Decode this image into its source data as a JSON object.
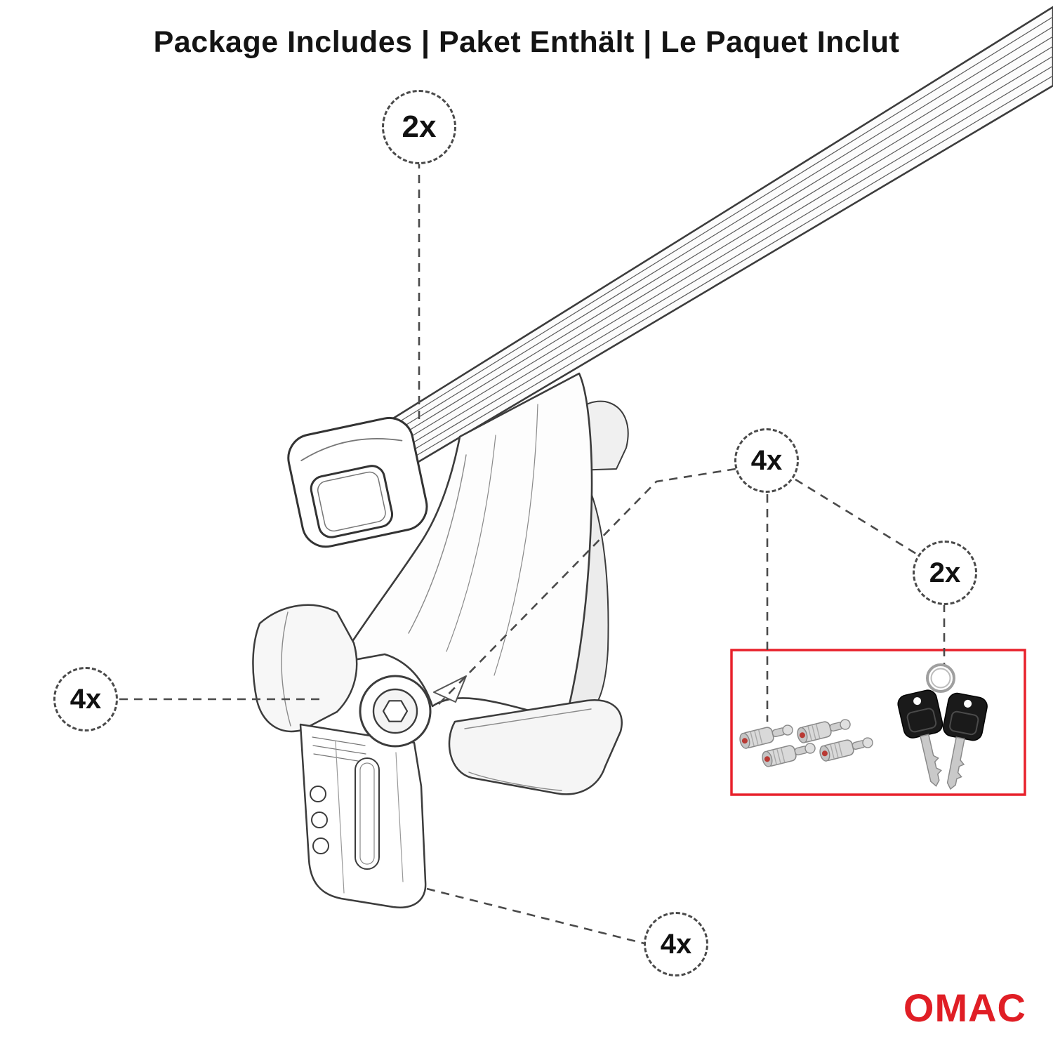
{
  "title": "Package Includes | Paket Enthält | Le Paquet Inclut",
  "callouts": {
    "crossbars": {
      "label": "2x"
    },
    "feet": {
      "label": "4x"
    },
    "lockpins": {
      "label": "4x"
    },
    "keys": {
      "label": "2x"
    },
    "clamps": {
      "label": "4x"
    }
  },
  "hardware_box": {
    "items": [
      "lock-cylinders",
      "keys"
    ],
    "border_color": "#e8212b"
  },
  "logo": {
    "text": "OMAC",
    "color": "#e01e25"
  },
  "colors": {
    "line": "#3c3c3c",
    "leader_dash": "#4a4a4a",
    "accent_red": "#e8212b",
    "lock_dot_red": "#b93a34"
  }
}
